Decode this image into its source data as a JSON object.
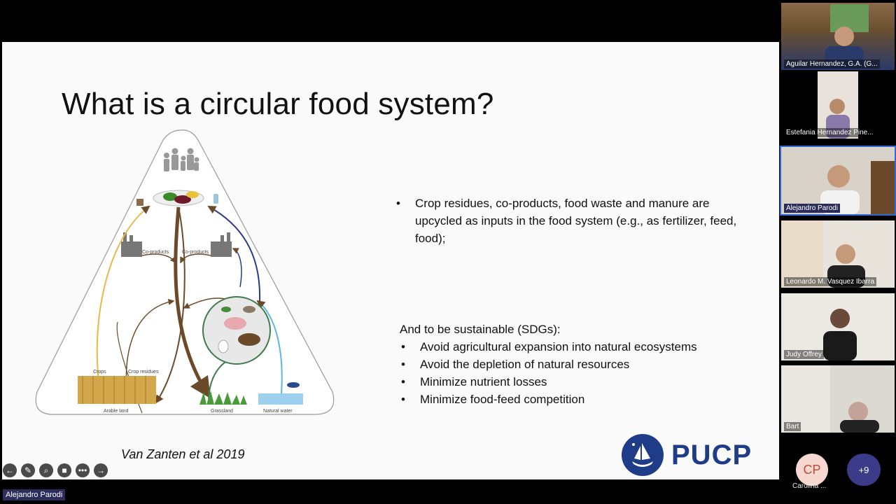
{
  "slide": {
    "title": "What is a circular food system?",
    "bullet_top": "Crop residues, co-products, food waste and manure  are upcycled as inputs in the food system (e.g., as fertilizer, feed, food);",
    "sdg_header": "And to be sustainable (SDGs):",
    "sdg_items": [
      "Avoid agricultural expansion into natural ecosystems",
      "Avoid the depletion of natural resources",
      "Minimize nutrient losses",
      "Minimize food-feed competition"
    ],
    "bullet_glyph": "•",
    "citation": "Van Zanten et al 2019",
    "logo_text": "PUCP",
    "diagram": {
      "coproducts_left": "Co-products",
      "coproducts_right": "Co-products",
      "crops": "Crops",
      "crop_residues": "Crop residues",
      "arable_land": "Arable land",
      "grassland": "Grassland",
      "natural_water": "Natural water"
    }
  },
  "presenter_label": "Alejandro Parodi",
  "participants": [
    {
      "name": "Aguilar Hernandez, G.A. (G..."
    },
    {
      "name": "Estefania  Hernandez Pine..."
    },
    {
      "name": "Alejandro Parodi"
    },
    {
      "name": "Leonardo M. Vasquez Ibarra"
    },
    {
      "name": "Judy Offrey"
    },
    {
      "name": "Bart"
    }
  ],
  "avatar_initials": "CP",
  "avatar_name": "Carolina ...",
  "more_count": "+9",
  "toolbar_icons": [
    "back-arrow-icon",
    "pen-icon",
    "zoom-icon",
    "camera-icon",
    "more-icon",
    "forward-arrow-icon"
  ],
  "colors": {
    "accent": "#2f6bd4",
    "logo_blue": "#1f3c88",
    "more_bg": "#3b3b8a"
  }
}
